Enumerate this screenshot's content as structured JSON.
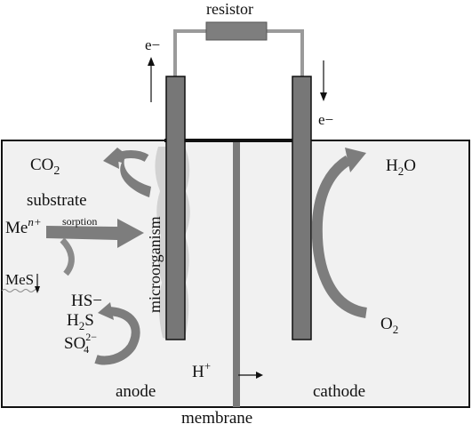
{
  "labels": {
    "resistor": "resistor",
    "electron_up": "e−",
    "electron_down": "e−",
    "co2": "CO",
    "co2_sub": "2",
    "substrate": "substrate",
    "metal_base": "Me",
    "metal_sup": "n+",
    "sorption": "sorption",
    "microorganism": "microorganism",
    "mes": "MeS",
    "hs": "HS−",
    "h2s_a": "H",
    "h2s_sub": "2",
    "h2s_b": "S",
    "so4": "SO",
    "so4_sup": "2−",
    "so4_sub": "4",
    "h2o_a": "H",
    "h2o_sub": "2",
    "h2o_b": "O",
    "o2": "O",
    "o2_sub": "2",
    "proton": "H",
    "proton_sup": "+",
    "anode": "anode",
    "cathode": "cathode",
    "membrane": "membrane"
  },
  "colors": {
    "tank_fill": "#f1f1f1",
    "electrode": "#777777",
    "wire": "#9a9a9a",
    "arrow": "#7d7d7d",
    "biofilm": "#d2d2d2",
    "resistor": "#7e7e7e"
  }
}
